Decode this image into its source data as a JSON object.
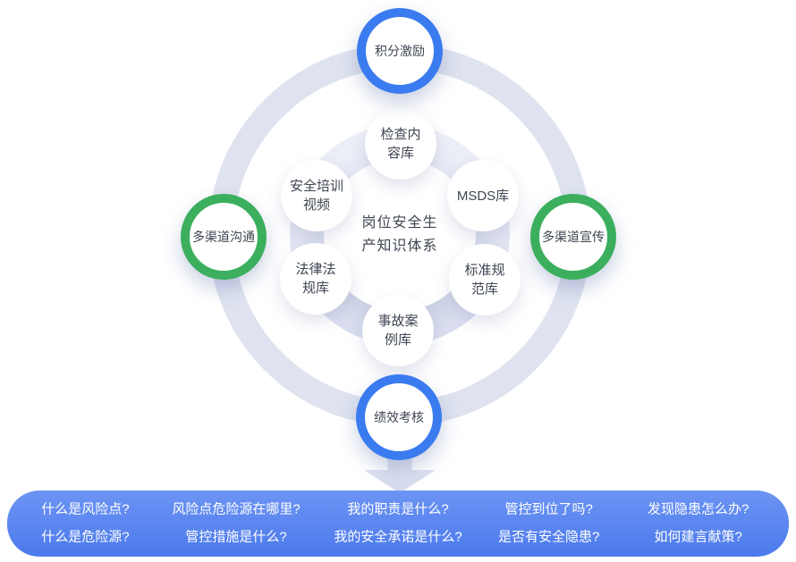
{
  "colors": {
    "node_blue": "#3a7bf0",
    "node_green": "#3baf5d",
    "ring_gray": "#dfe3f0",
    "banner_top": "#6c94f3",
    "banner_bottom": "#4c7aec",
    "text_dark": "#3f4552",
    "text_light": "#ffffff"
  },
  "center": {
    "label": "岗位安全生产知识体系",
    "line1": "岗位安全生",
    "line2": "产知识体系"
  },
  "satellites": [
    {
      "label": "检查内容库",
      "line1": "检查内",
      "line2": "容库"
    },
    {
      "label": "安全培训视频",
      "line1": "安全培训",
      "line2": "视频"
    },
    {
      "label": "MSDS库",
      "line1": "MSDS库",
      "line2": ""
    },
    {
      "label": "法律法规库",
      "line1": "法律法",
      "line2": "规库"
    },
    {
      "label": "标准规范库",
      "line1": "标准规",
      "line2": "范库"
    },
    {
      "label": "事故案例库",
      "line1": "事故案",
      "line2": "例库"
    }
  ],
  "nodes": {
    "top": "积分激励",
    "left": "多渠道沟通",
    "right": "多渠道宣传",
    "bottom": "绩效考核"
  },
  "banner": {
    "columns": [
      {
        "row1": "什么是风险点?",
        "row2": "什么是危险源?"
      },
      {
        "row1": "风险点危险源在哪里?",
        "row2": "管控措施是什么?"
      },
      {
        "row1": "我的职责是什么?",
        "row2": "我的安全承诺是什么?"
      },
      {
        "row1": "管控到位了吗?",
        "row2": "是否有安全隐患?"
      },
      {
        "row1": "发现隐患怎么办?",
        "row2": "如何建言献策?"
      }
    ]
  }
}
